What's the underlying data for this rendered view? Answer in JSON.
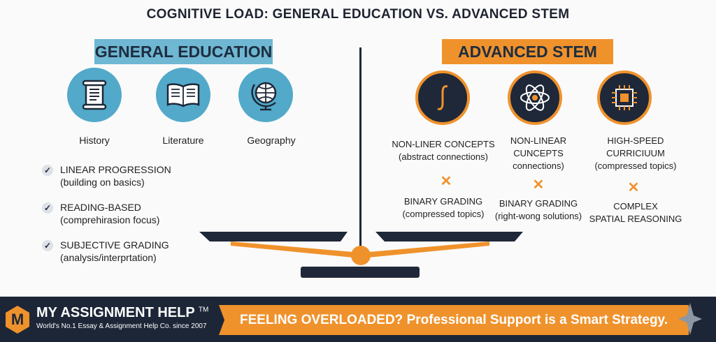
{
  "title": "COGNITIVE LOAD:   GENERAL EDUCATION VS. ADVANCED STEM",
  "general": {
    "heading": "GENERAL EDUCATION",
    "subjects": [
      {
        "label": "History",
        "icon": "scroll-icon"
      },
      {
        "label": "Literature",
        "icon": "book-icon"
      },
      {
        "label": "Geography",
        "icon": "globe-icon"
      }
    ],
    "traits": [
      {
        "title": "LINEAR PROGRESSION",
        "sub": "(building on basics)"
      },
      {
        "title": "READING-BASED",
        "sub": "(comprehirasion focus)"
      },
      {
        "title": "SUBJECTIVE GRADING",
        "sub": "(analysis/interprtation)"
      }
    ]
  },
  "stem": {
    "heading": "ADVANCED STEM",
    "columns": [
      {
        "icon": "integral-icon",
        "top1": "NON-LINER CONCEPTS",
        "top2": "(abstract connections)",
        "bottom1": "BINARY GRADING",
        "bottom2": "(compressed topics)"
      },
      {
        "icon": "atom-icon",
        "top1": "NON-LINEAR",
        "top1b": "CUNCEPTS",
        "top2": "connections)",
        "bottom1": "BINARY GRADING",
        "bottom2": "(right-wong solutions)"
      },
      {
        "icon": "chip-icon",
        "top1": "HIGH-SPEED",
        "top1b": "CURRICIUUM",
        "top2": "(compressed topics)",
        "bottom1": "COMPLEX",
        "bottom2": "SPATIAL REASONING"
      }
    ]
  },
  "footer": {
    "brand": "MY ASSIGNMENT HELP",
    "tm": "TM",
    "tagline": "World's No.1 Essay & Assignment Help Co. since 2007",
    "logo_letter": "M",
    "cta": "FEELING OVERLOADED? Professional Support is a Smart Strategy."
  },
  "colors": {
    "teal": "#6fb7d2",
    "orange": "#ef922c",
    "navy": "#1d2637"
  }
}
